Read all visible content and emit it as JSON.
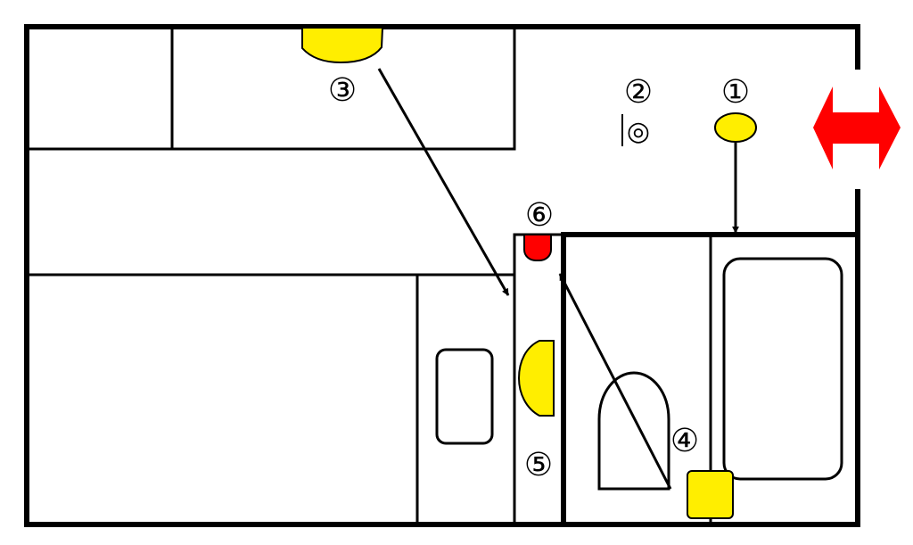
{
  "labels": {
    "one": "①",
    "two": "②",
    "three": "③",
    "four": "④",
    "five": "⑤",
    "six": "⑥"
  },
  "symbols": {
    "double_circle": "◎"
  },
  "icons": {
    "exit": "double-headed-arrow-icon"
  },
  "colors": {
    "yellow": "#ffee00",
    "red": "#ff0000",
    "line": "#000000"
  }
}
